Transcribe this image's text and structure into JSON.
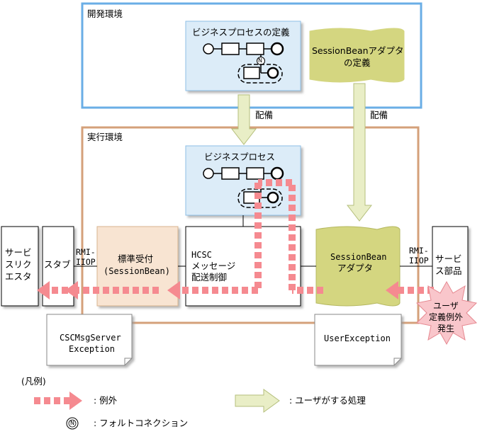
{
  "environments": {
    "dev": "開発環境",
    "runtime": "実行環境"
  },
  "deploy_label_left": "配備",
  "deploy_label_right": "配備",
  "process_def_title": "ビジネスプロセスの定義",
  "adapter_def": {
    "line1": "SessionBeanアダプタ",
    "line2": "の定義"
  },
  "process_title": "ビジネスプロセス",
  "service_requester": {
    "line1": "サービ",
    "line2": "スリク",
    "line3": "エスタ"
  },
  "stub": "スタブ",
  "rmi_left": {
    "line1": "RMI-",
    "line2": "IIOP"
  },
  "standard_receiver": {
    "line1": "標準受付",
    "line2": "(SessionBean)"
  },
  "hcsc_messaging": {
    "line1": "HCSC",
    "line2": "メッセージ",
    "line3": "配送制御"
  },
  "session_adapter": {
    "line1": "SessionBean",
    "line2": "アダプタ"
  },
  "rmi_right": {
    "line1": "RMI-",
    "line2": "IIOP"
  },
  "service_component": {
    "line1": "サービ",
    "line2": "ス部品"
  },
  "user_exception_burst": {
    "line1": "ユーザ",
    "line2": "定義例外",
    "line3": "発生"
  },
  "doc_csc": {
    "line1": "CSCMsgServer",
    "line2": "Exception"
  },
  "doc_user": "UserException",
  "legend": {
    "title": "(凡例)",
    "exception": ": 例外",
    "user_action": ": ユーザがする処理",
    "fault_connection": ": フォルトコネクション",
    "fault_symbol": "N"
  },
  "colors": {
    "dev_border": "#6aaee6",
    "runtime_border": "#d4a07a",
    "process_fill": "#dcecf8",
    "adapter_fill": "#d4d680",
    "receiver_fill": "#f8e4d2",
    "exception_arrow": "#f58a90",
    "deploy_arrow": "#e9eec6",
    "burst_fill": "#f9c6cb"
  }
}
